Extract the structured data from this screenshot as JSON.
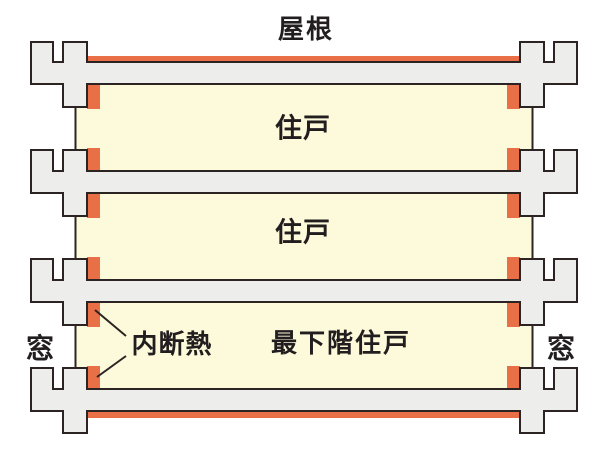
{
  "diagram": {
    "type": "building-cross-section",
    "labels": {
      "roof": "屋根",
      "unit_upper": "住戸",
      "unit_middle": "住戸",
      "unit_lowest": "最下階住戸",
      "insulation": "内断熱",
      "window_left": "窓",
      "window_right": "窓"
    },
    "colors": {
      "insulation": "#E86F46",
      "room": "#FDFADB",
      "concrete": "#EDEDEB",
      "outline": "#2B2422",
      "text": "#221D1E",
      "background": "#FFFFFF"
    }
  }
}
